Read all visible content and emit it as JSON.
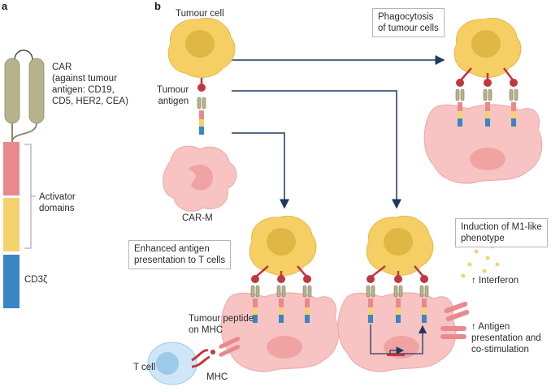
{
  "panels": {
    "a": "a",
    "b": "b"
  },
  "panel_a": {
    "car_label": "CAR\n(against tumour\nantigen: CD19,\nCD5, HER2, CEA)",
    "activator_label": "Activator\ndomains",
    "cd3z_label": "CD3ζ"
  },
  "panel_b": {
    "tumour_cell_label": "Tumour cell",
    "tumour_antigen_label": "Tumour\nantigen",
    "carm_label": "CAR-M",
    "phagocytosis_label": "Phagocytosis\nof tumour cells",
    "enhanced_label": "Enhanced antigen\npresentation to T cells",
    "m1_label": "Induction of M1-like\nphenotype",
    "interferon_label": "↑ Interferon",
    "antigen_pres_label": "↑ Antigen\npresentation and\nco-stimulation",
    "tumour_peptide_label": "Tumour peptide\non MHC",
    "tcell_label": "T cell",
    "mhc_label": "MHC"
  },
  "colors": {
    "tumour": "#f5cf63",
    "nucleus": "#dcb23f",
    "macrophage": "#f7c3c3",
    "mac_nucleus": "#ee9d9d",
    "car_hinge": "#b7b38c",
    "activator_pink": "#e88a8d",
    "activator_yellow": "#f4d270",
    "cd3z_blue": "#3a86c4",
    "antigen_red": "#c0373f",
    "arrow": "#1f3a5f",
    "tcell": "#9ccbe9"
  }
}
